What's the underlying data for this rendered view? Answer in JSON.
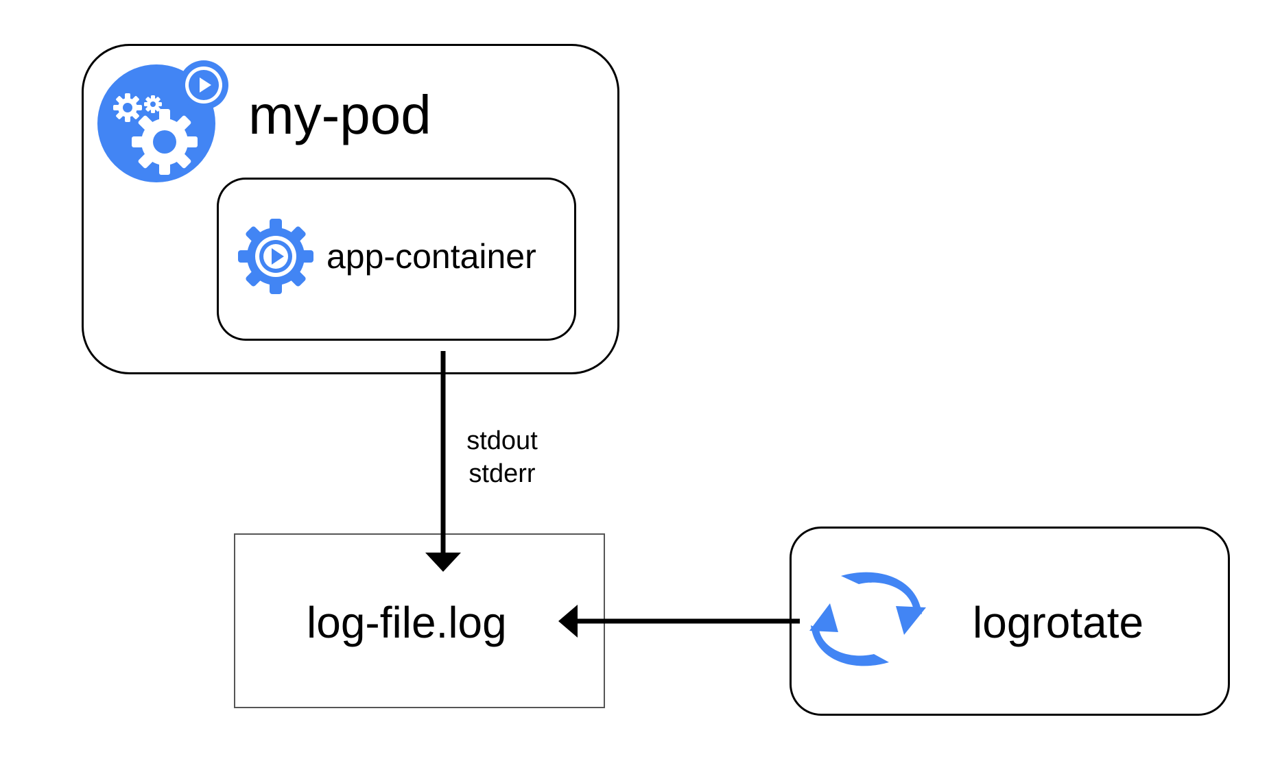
{
  "diagram": {
    "pod": {
      "label": "my-pod",
      "icon": "pod-gears-icon"
    },
    "container": {
      "label": "app-container",
      "icon": "container-gear-icon"
    },
    "log_file": {
      "label": "log-file.log"
    },
    "logrotate": {
      "label": "logrotate",
      "icon": "rotate-arrows-icon"
    },
    "edges": [
      {
        "from": "container",
        "to": "log_file",
        "labels": [
          "stdout",
          "stderr"
        ]
      },
      {
        "from": "logrotate",
        "to": "log_file",
        "labels": []
      }
    ]
  },
  "colors": {
    "accent": "#4285F4",
    "stroke": "#000000"
  }
}
